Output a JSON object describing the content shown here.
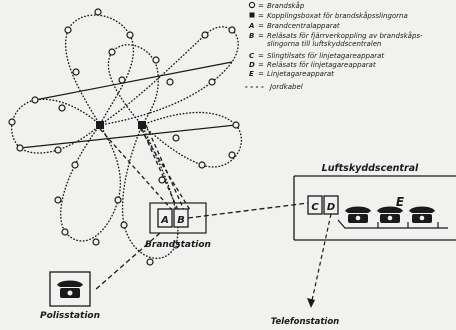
{
  "legend": [
    {
      "symbol": "○",
      "eq": "=",
      "text": "Brandskåp"
    },
    {
      "symbol": "■",
      "eq": "=",
      "text": "Kopplingsboxat för brandskåpsslingorna"
    },
    {
      "symbol": "A",
      "eq": "=",
      "text": "Brandcentralapparat"
    },
    {
      "symbol": "B",
      "eq": "=",
      "text": "Reläsats för fjärrverkoppling av brandskåps-",
      "text2": "slingorna till luftskyddscentralen"
    },
    {
      "symbol": "C",
      "eq": "=",
      "text": "Slingtilsats för linjetagareapparat"
    },
    {
      "symbol": "D",
      "eq": "=",
      "text": "Reläsats för linjetagareapparat"
    },
    {
      "symbol": "E",
      "eq": "=",
      "text": "Linjetagareapparat"
    },
    {
      "symbol": "- - - -",
      "eq": "",
      "text": "Jordkabel"
    }
  ],
  "labels": {
    "luftskydd_title": "Luftskyddscentral",
    "brandstation": "Brandstation",
    "polisstation": "Polisstation",
    "telefonstation": "Telefonstation",
    "box_a": "A",
    "box_b": "B",
    "box_c": "C",
    "box_d": "D",
    "label_e": "E"
  }
}
